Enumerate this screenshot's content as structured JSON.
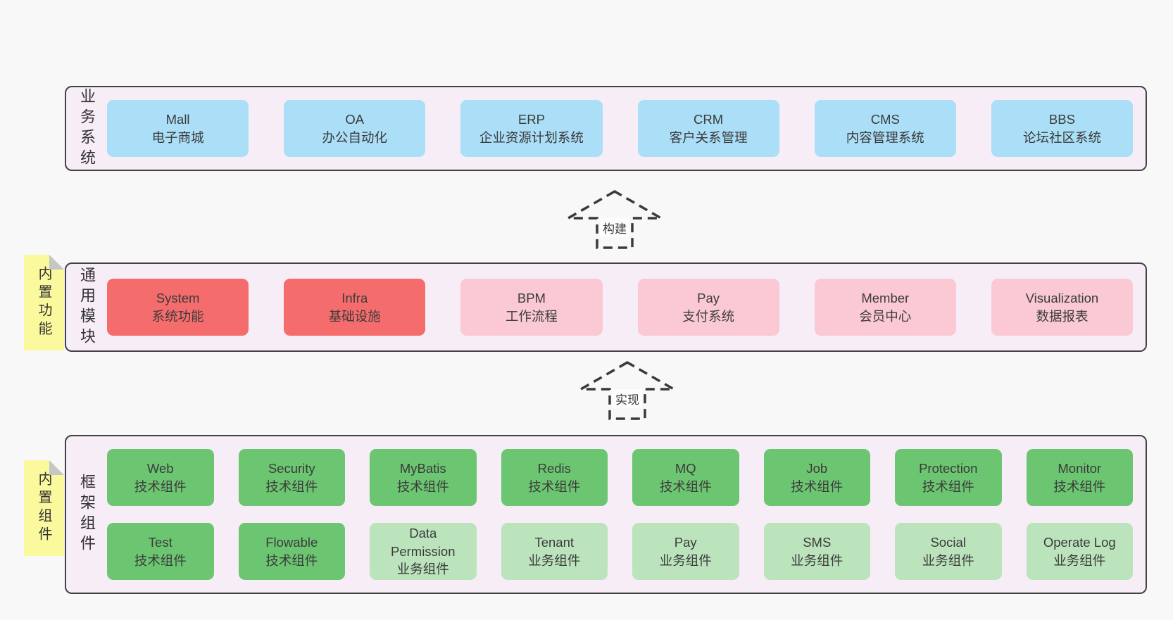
{
  "layers": [
    {
      "label": "业务系统",
      "boxes": [
        {
          "name": "Mall",
          "desc": "电子商城"
        },
        {
          "name": "OA",
          "desc": "办公自动化"
        },
        {
          "name": "ERP",
          "desc": "企业资源计划系统"
        },
        {
          "name": "CRM",
          "desc": "客户关系管理"
        },
        {
          "name": "CMS",
          "desc": "内容管理系统"
        },
        {
          "name": "BBS",
          "desc": "论坛社区系统"
        }
      ]
    },
    {
      "label": "通用模块",
      "note": "内置功能",
      "boxes": [
        {
          "name": "System",
          "desc": "系统功能"
        },
        {
          "name": "Infra",
          "desc": "基础设施"
        },
        {
          "name": "BPM",
          "desc": "工作流程"
        },
        {
          "name": "Pay",
          "desc": "支付系统"
        },
        {
          "name": "Member",
          "desc": "会员中心"
        },
        {
          "name": "Visualization",
          "desc": "数据报表"
        }
      ]
    },
    {
      "label": "框架组件",
      "note": "内置组件",
      "row1": [
        {
          "name": "Web",
          "desc": "技术组件"
        },
        {
          "name": "Security",
          "desc": "技术组件"
        },
        {
          "name": "MyBatis",
          "desc": "技术组件"
        },
        {
          "name": "Redis",
          "desc": "技术组件"
        },
        {
          "name": "MQ",
          "desc": "技术组件"
        },
        {
          "name": "Job",
          "desc": "技术组件"
        },
        {
          "name": "Protection",
          "desc": "技术组件"
        },
        {
          "name": "Monitor",
          "desc": "技术组件"
        }
      ],
      "row2": [
        {
          "name": "Test",
          "desc": "技术组件"
        },
        {
          "name": "Flowable",
          "desc": "技术组件"
        },
        {
          "name": "Data Permission",
          "desc": "业务组件"
        },
        {
          "name": "Tenant",
          "desc": "业务组件"
        },
        {
          "name": "Pay",
          "desc": "业务组件"
        },
        {
          "name": "SMS",
          "desc": "业务组件"
        },
        {
          "name": "Social",
          "desc": "业务组件"
        },
        {
          "name": "Operate Log",
          "desc": "业务组件"
        }
      ]
    }
  ],
  "arrows": [
    {
      "label": "构建"
    },
    {
      "label": "实现"
    }
  ],
  "colors": {
    "page_bg": "#f8f8f8",
    "layer_bg": "#f7edf6",
    "layer_border": "#424242",
    "business_blue": "#abdef7",
    "module_red": "#f56c6c",
    "module_pink": "#fbc9d3",
    "component_green": "#6cc671",
    "component_light_green": "#bbe4bc",
    "note_yellow": "#fbf99e",
    "note_fold_gray": "#c6c6c6",
    "text": "#3b3b3b"
  }
}
